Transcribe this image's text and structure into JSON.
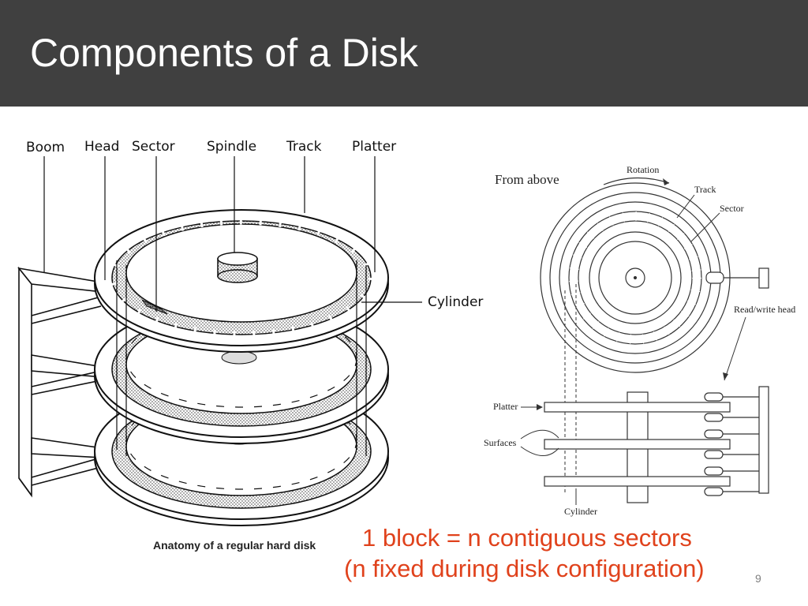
{
  "slide": {
    "title": "Components of a Disk",
    "page_number": "9"
  },
  "left_diagram": {
    "labels": {
      "boom": "Boom",
      "head": "Head",
      "sector": "Sector",
      "spindle": "Spindle",
      "track": "Track",
      "platter": "Platter",
      "cylinder": "Cylinder"
    },
    "caption": "Anatomy of a regular hard disk"
  },
  "right_diagram": {
    "from_above": "From above",
    "rotation": "Rotation",
    "track": "Track",
    "sector": "Sector",
    "read_write_head": "Read/write head",
    "platter": "Platter",
    "surfaces": "Surfaces",
    "cylinder": "Cylinder"
  },
  "notes": {
    "line1": "1 block = n contiguous sectors",
    "line2": "(n fixed during disk configuration)"
  },
  "colors": {
    "title_bar": "#404040",
    "title_text": "#ffffff",
    "note_text": "#e0421c"
  }
}
